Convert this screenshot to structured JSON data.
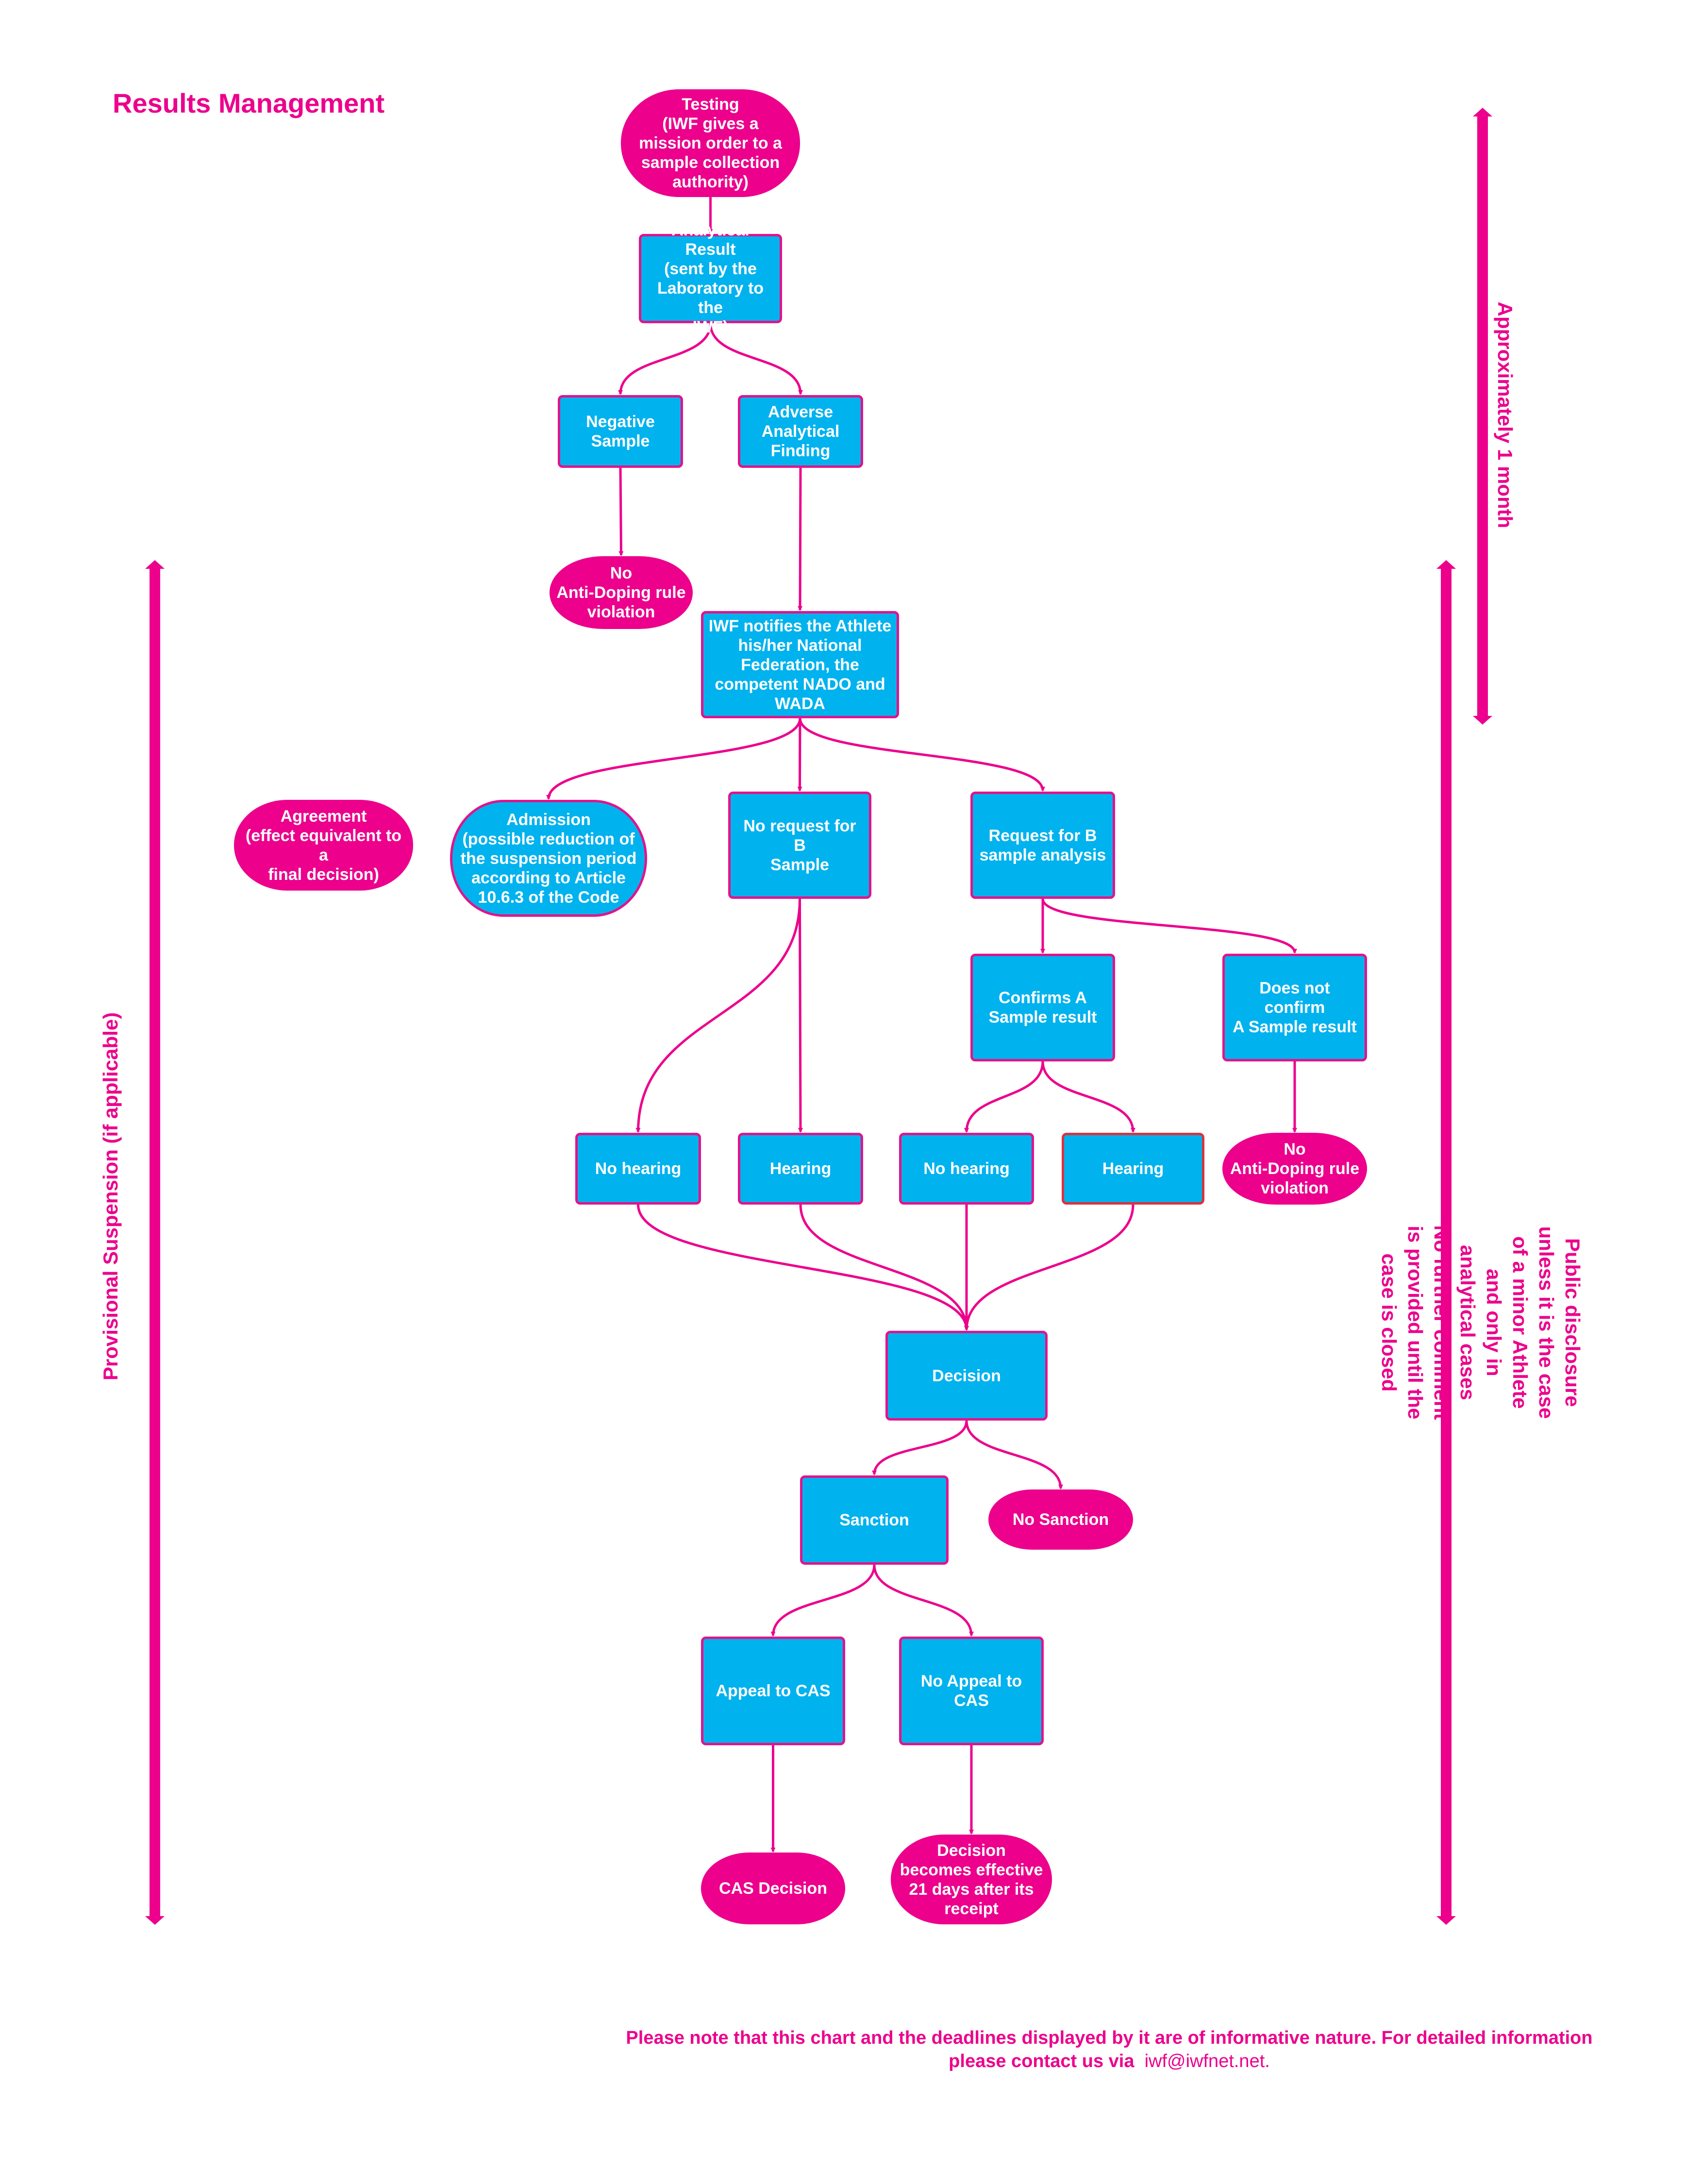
{
  "title": "Results Management",
  "colors": {
    "accent_pink": "#EC008C",
    "process_blue": "#00B2EE",
    "text_white": "#FFFFFF"
  },
  "nodes": {
    "testing": "Testing\n(IWF gives a\nmission order to a\nsample collection\nauthority)",
    "analytical_result": "Analytical Result\n(sent by the\nLaboratory to the\nIWF)",
    "negative_sample": "Negative\nSample",
    "adverse_finding": "Adverse\nAnalytical\nFinding",
    "no_adrv_1": "No\nAnti-Doping rule\nviolation",
    "iwf_notifies": "IWF notifies the Athlete\nhis/her National\nFederation, the\ncompetent NADO and\nWADA",
    "agreement": "Agreement\n(effect equivalent to a\nfinal decision)",
    "admission": "Admission\n(possible reduction of\nthe suspension period\naccording to Article\n10.6.3 of the Code",
    "no_request_b": "No request for B\nSample",
    "request_b": "Request for B\nsample analysis",
    "confirms_a": "Confirms A\nSample result",
    "not_confirm_a": "Does not confirm\nA Sample result",
    "no_hearing_1": "No hearing",
    "hearing_1": "Hearing",
    "no_hearing_2": "No hearing",
    "hearing_2": "Hearing",
    "no_adrv_2": "No\nAnti-Doping rule\nviolation",
    "decision": "Decision",
    "sanction": "Sanction",
    "no_sanction": "No Sanction",
    "appeal_cas": "Appeal to CAS",
    "no_appeal_cas": "No Appeal to\nCAS",
    "cas_decision": "CAS Decision",
    "decision_effective": "Decision\nbecomes effective\n21 days after its\nreceipt"
  },
  "edges": [
    [
      "testing",
      "analytical_result"
    ],
    [
      "analytical_result",
      "negative_sample"
    ],
    [
      "analytical_result",
      "adverse_finding"
    ],
    [
      "negative_sample",
      "no_adrv_1"
    ],
    [
      "adverse_finding",
      "iwf_notifies"
    ],
    [
      "iwf_notifies",
      "admission"
    ],
    [
      "iwf_notifies",
      "no_request_b"
    ],
    [
      "iwf_notifies",
      "request_b"
    ],
    [
      "no_request_b",
      "no_hearing_1"
    ],
    [
      "no_request_b",
      "hearing_1"
    ],
    [
      "request_b",
      "confirms_a"
    ],
    [
      "request_b",
      "not_confirm_a"
    ],
    [
      "confirms_a",
      "no_hearing_2"
    ],
    [
      "confirms_a",
      "hearing_2"
    ],
    [
      "not_confirm_a",
      "no_adrv_2"
    ],
    [
      "no_hearing_1",
      "decision"
    ],
    [
      "hearing_1",
      "decision"
    ],
    [
      "no_hearing_2",
      "decision"
    ],
    [
      "hearing_2",
      "decision"
    ],
    [
      "decision",
      "sanction"
    ],
    [
      "decision",
      "no_sanction"
    ],
    [
      "sanction",
      "appeal_cas"
    ],
    [
      "sanction",
      "no_appeal_cas"
    ],
    [
      "appeal_cas",
      "cas_decision"
    ],
    [
      "no_appeal_cas",
      "decision_effective"
    ]
  ],
  "side_labels": {
    "approx_month": "Approximately 1 month",
    "public_disclosure": "Public disclosure unless it is the case of a minor Athlete and only in analytical cases\nNo further comment is provided until the case is closed",
    "provisional_suspension": "Provisional Suspension (if applicable)"
  },
  "footer": {
    "note_line1": "Please note that this chart and the deadlines displayed by it are of informative nature. For detailed information",
    "note_line2": "please contact us via",
    "email": "iwf@iwfnet.net."
  }
}
